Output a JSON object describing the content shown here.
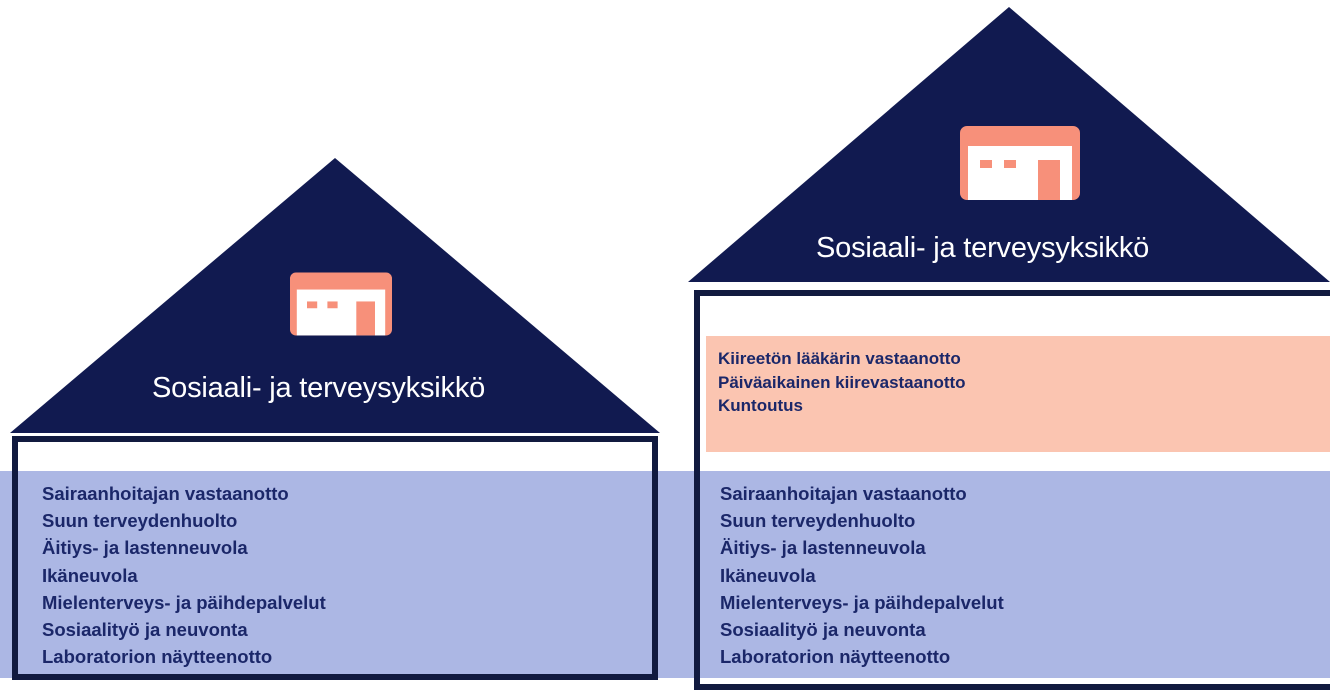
{
  "colors": {
    "roof": "#111a50",
    "outline": "#111a3f",
    "base_services_band": "#acb7e4",
    "extra_services_box": "#fbc5b1",
    "icon": "#f7907a",
    "text": "#1b2769"
  },
  "icon_name": "building-icon",
  "units": [
    {
      "title": "Sosiaali- ja terveysyksikkö",
      "extra_services": [],
      "services": [
        "Sairaanhoitajan vastaanotto",
        "Suun terveydenhuolto",
        "Äitiys- ja lastenneuvola",
        "Ikäneuvola",
        "Mielenterveys- ja päihdepalvelut",
        "Sosiaalityö ja neuvonta",
        "Laboratorion näytteenotto"
      ]
    },
    {
      "title": "Sosiaali- ja terveysyksikkö",
      "extra_services": [
        "Kiireetön lääkärin vastaanotto",
        "Päiväaikainen kiirevastaanotto",
        "Kuntoutus"
      ],
      "services": [
        "Sairaanhoitajan vastaanotto",
        "Suun terveydenhuolto",
        "Äitiys- ja lastenneuvola",
        "Ikäneuvola",
        "Mielenterveys- ja päihdepalvelut",
        "Sosiaalityö ja neuvonta",
        "Laboratorion näytteenotto"
      ]
    }
  ]
}
